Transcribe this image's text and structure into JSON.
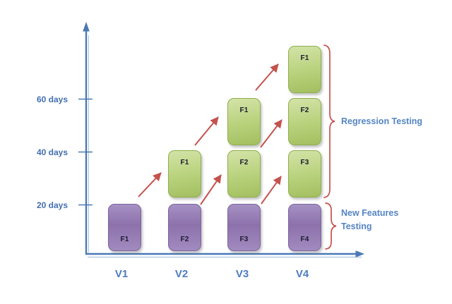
{
  "figure": {
    "background": "#ffffff",
    "axis_color": "#4a79b5",
    "arrow_color": "#c4524d",
    "brace_color": "#c4524d",
    "label_blue": "#4c7cbf",
    "green_box_color": "#bad37f",
    "purple_box_color": "#8d71ab"
  },
  "y_axis": {
    "ticks": [
      {
        "label": "60 days"
      },
      {
        "label": "40 days"
      },
      {
        "label": "20 days"
      }
    ]
  },
  "columns": [
    {
      "version": "V1",
      "boxes": [
        {
          "label": "F1",
          "category": "new-features-testing"
        }
      ]
    },
    {
      "version": "V2",
      "boxes": [
        {
          "label": "F2",
          "category": "new-features-testing"
        },
        {
          "label": "F1",
          "category": "regression-testing"
        }
      ]
    },
    {
      "version": "V3",
      "boxes": [
        {
          "label": "F3",
          "category": "new-features-testing"
        },
        {
          "label": "F2",
          "category": "regression-testing"
        },
        {
          "label": "F1",
          "category": "regression-testing"
        }
      ]
    },
    {
      "version": "V4",
      "boxes": [
        {
          "label": "F4",
          "category": "new-features-testing"
        },
        {
          "label": "F3",
          "category": "regression-testing"
        },
        {
          "label": "F2",
          "category": "regression-testing"
        },
        {
          "label": "F1",
          "category": "regression-testing"
        }
      ]
    }
  ],
  "annotations": {
    "regression": "Regression Testing",
    "new_features_line1": "New Features",
    "new_features_line2": "Testing"
  }
}
